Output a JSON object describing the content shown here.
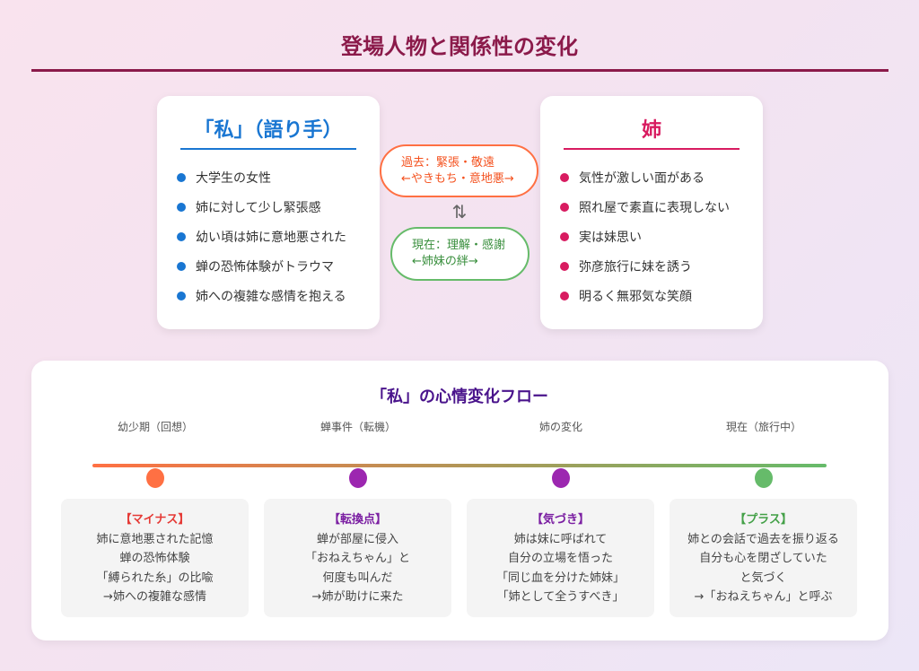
{
  "title": "登場人物と関係性の変化",
  "narrator": {
    "heading": "「私」（語り手）",
    "color": "#1976d2",
    "traits": [
      "大学生の女性",
      "姉に対して少し緊張感",
      "幼い頃は姉に意地悪された",
      "蝉の恐怖体験がトラウマ",
      "姉への複雑な感情を抱える"
    ]
  },
  "sister": {
    "heading": "姉",
    "color": "#d81b60",
    "traits": [
      "気性が激しい面がある",
      "照れ屋で素直に表現しない",
      "実は妹思い",
      "弥彦旅行に妹を誘う",
      "明るく無邪気な笑顔"
    ]
  },
  "relation": {
    "past_line1": "過去：緊張・敬遠",
    "past_line2": "←やきもち・意地悪→",
    "arrow": "⇅",
    "present_line1": "現在：理解・感謝",
    "present_line2": "←姉妹の絆→"
  },
  "flow": {
    "title": "「私」の心情変化フロー",
    "stages": [
      {
        "label": "幼少期（回想）",
        "color": "#ff7043",
        "heading": "【マイナス】",
        "heading_color": "#e53935",
        "lines": [
          "姉に意地悪された記憶",
          "蝉の恐怖体験",
          "「縛られた糸」の比喩",
          "→姉への複雑な感情"
        ]
      },
      {
        "label": "蝉事件（転機）",
        "color": "#9c27b0",
        "heading": "【転換点】",
        "heading_color": "#7b1fa2",
        "lines": [
          "蝉が部屋に侵入",
          "「おねえちゃん」と",
          "何度も叫んだ",
          "→姉が助けに来た"
        ]
      },
      {
        "label": "姉の変化",
        "color": "#9c27b0",
        "heading": "【気づき】",
        "heading_color": "#7b1fa2",
        "lines": [
          "姉は妹に呼ばれて",
          "自分の立場を悟った",
          "「同じ血を分けた姉妹」",
          "「姉として全うすべき」"
        ]
      },
      {
        "label": "現在（旅行中）",
        "color": "#66bb6a",
        "heading": "【プラス】",
        "heading_color": "#43a047",
        "lines": [
          "姉との会話で過去を振り返る",
          "自分も心を閉ざしていた",
          "と気づく",
          "→「おねえちゃん」と呼ぶ"
        ]
      }
    ]
  }
}
